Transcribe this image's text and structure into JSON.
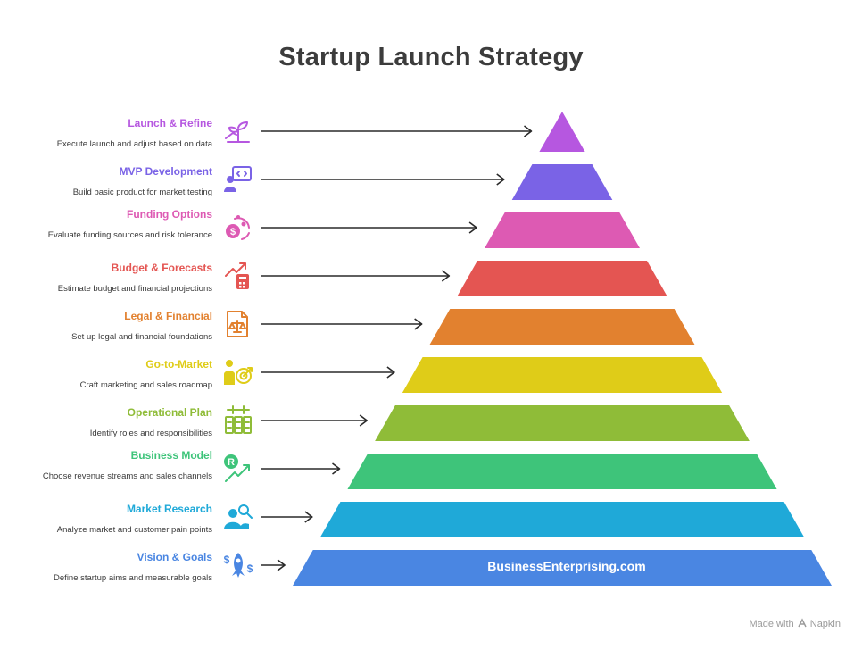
{
  "title": "Startup Launch Strategy",
  "levels": [
    {
      "label": "Launch & Refine",
      "description": "Execute launch and adjust based on data",
      "color": "#b657e0",
      "icon": "sprout-growth-icon"
    },
    {
      "label": "MVP Development",
      "description": "Build basic product for market testing",
      "color": "#7a63e6",
      "icon": "developer-laptop-icon"
    },
    {
      "label": "Funding Options",
      "description": "Evaluate funding sources and risk tolerance",
      "color": "#dd5ab3",
      "icon": "money-cycle-icon"
    },
    {
      "label": "Budget & Forecasts",
      "description": "Estimate budget and financial projections",
      "color": "#e45552",
      "icon": "calculator-trend-icon"
    },
    {
      "label": "Legal & Financial",
      "description": "Set up legal and financial foundations",
      "color": "#e2812f",
      "icon": "legal-scales-icon"
    },
    {
      "label": "Go-to-Market",
      "description": "Craft marketing and sales roadmap",
      "color": "#dfcc18",
      "icon": "person-target-icon"
    },
    {
      "label": "Operational Plan",
      "description": "Identify roles and responsibilities",
      "color": "#8fbc38",
      "icon": "org-structure-icon"
    },
    {
      "label": "Business Model",
      "description": "Choose revenue streams and sales channels",
      "color": "#3ec47a",
      "icon": "revenue-growth-icon"
    },
    {
      "label": "Market Research",
      "description": "Analyze market and customer pain points",
      "color": "#1fa9d8",
      "icon": "people-search-icon"
    },
    {
      "label": "Vision & Goals",
      "description": "Define startup aims and measurable goals",
      "color": "#4a86e2",
      "icon": "rocket-money-icon"
    }
  ],
  "base_label": "BusinessEnterprising.com",
  "footer": {
    "text": "Made with",
    "brand": "Napkin"
  }
}
